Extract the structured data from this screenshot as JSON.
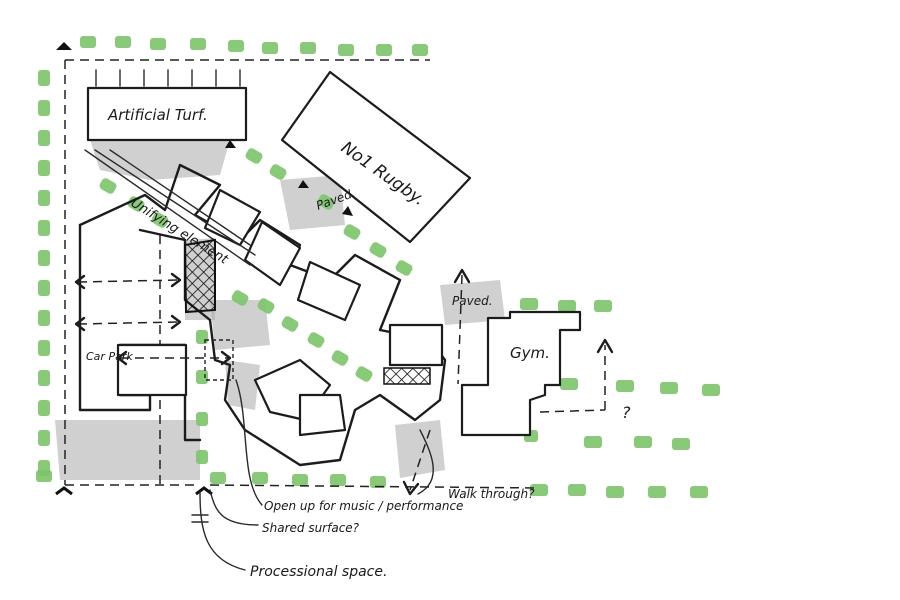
{
  "labels": {
    "artificial_turf": "Artificial Turf.",
    "rugby": "No1 Rugby.",
    "paved_1": "Paved.",
    "paved_2": "Paved.",
    "unifying_element": "Unifying element",
    "gym": "Gym.",
    "car_park": "Car Park",
    "open_up": "Open up for music / performance",
    "shared_surface": "Shared surface?",
    "walk_through": "Walk through?",
    "processional_space": "Processional space.",
    "question_mark": "?"
  },
  "colors": {
    "ink": "#1c1c1c",
    "tree_green": "#7cc46a",
    "wash_grey": "#a9a9a9",
    "paper": "#ffffff"
  }
}
